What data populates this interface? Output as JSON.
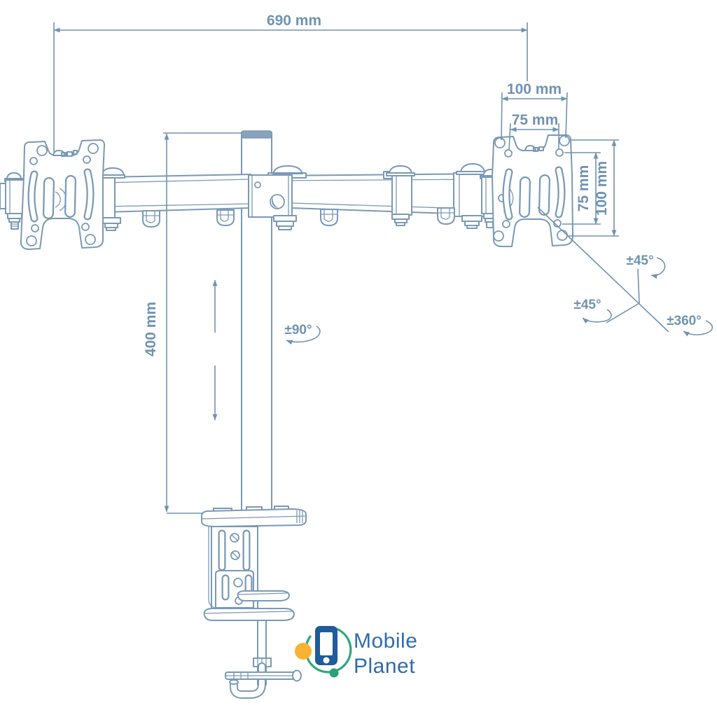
{
  "colors": {
    "line": "#7a99b5",
    "dim": "#7093b1",
    "cap_fill": "#88a4bc",
    "logo_phone_blue": "#1e5c9b",
    "logo_text_blue": "#2f6cae",
    "logo_yellow": "#f9b233",
    "logo_green": "#2fa87c",
    "logo_teal": "#2aa17b"
  },
  "dimensions": {
    "arm_span": "690 mm",
    "vesa_outer_width": "100 mm",
    "vesa_inner_width": "75 mm",
    "vesa_inner_height": "75 mm",
    "vesa_outer_height": "100 mm",
    "pole_height": "400 mm"
  },
  "angles": {
    "pole_swivel": "±90°",
    "monitor_tilt": "±45°",
    "monitor_swivel": "±45°",
    "monitor_rotate": "±360°"
  },
  "logo": {
    "line1": "Mobile",
    "line2": "Planet"
  }
}
